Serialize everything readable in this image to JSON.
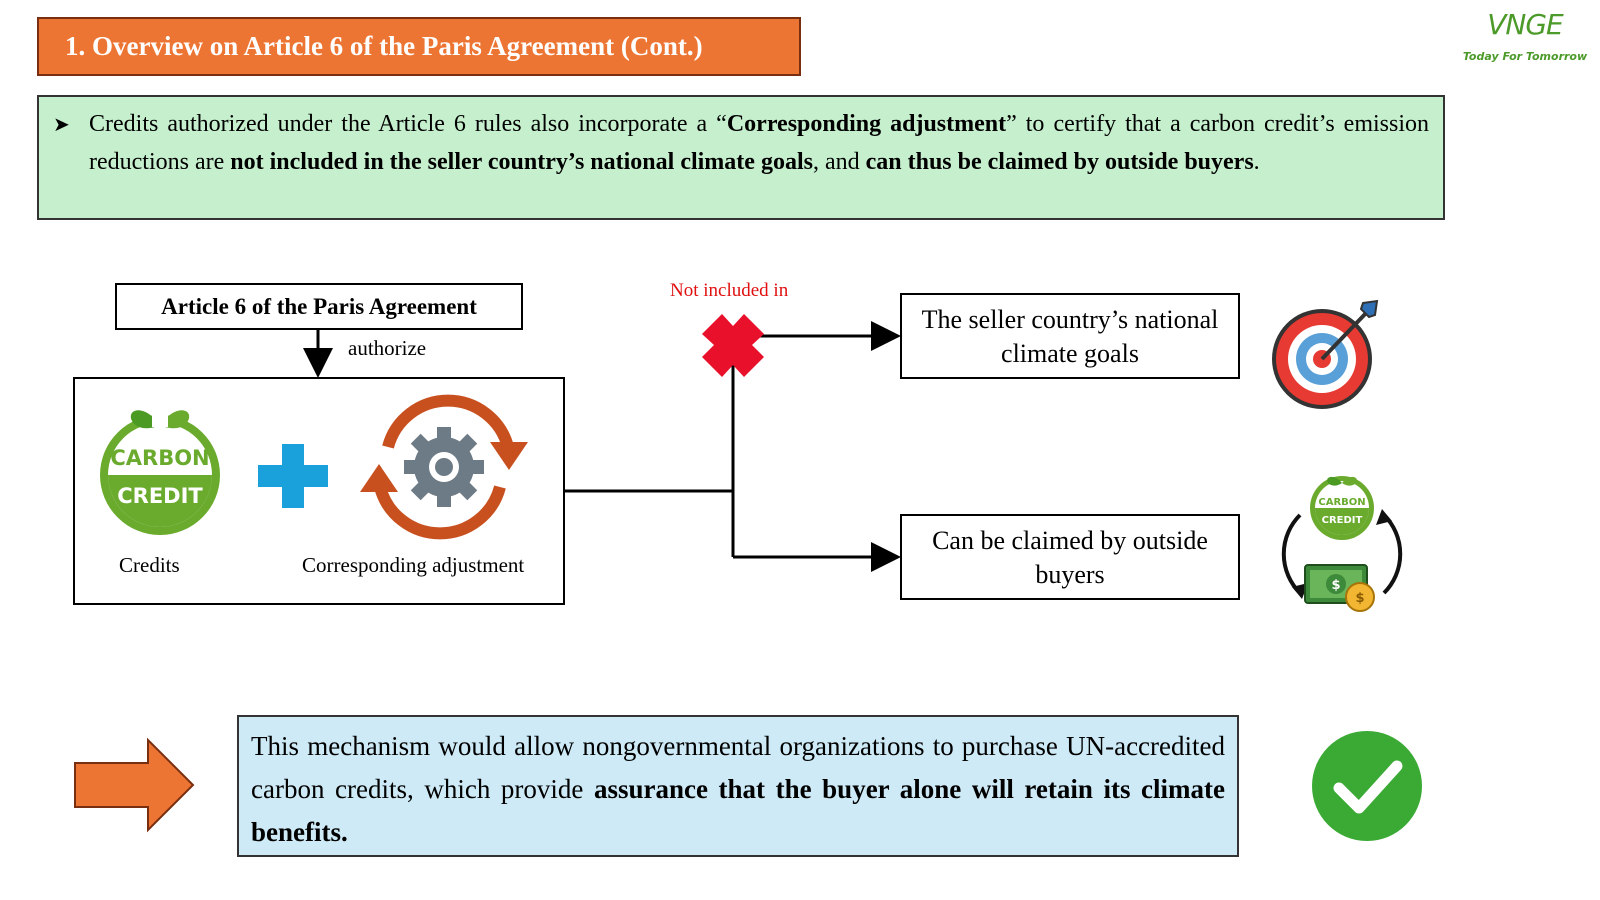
{
  "header": {
    "title": "1. Overview on Article 6 of the Paris Agreement (Cont.)",
    "logo_text": "VNGE",
    "logo_tagline": "Today For Tomorrow"
  },
  "intro": {
    "bullet_icon": "arrowhead-bullet",
    "part1": "Credits authorized under the Article 6 rules also incorporate a “",
    "bold1": "Corresponding adjustment",
    "part2": "” to certify that a carbon credit’s emission reductions are ",
    "bold2": "not included in the seller country’s national climate goals",
    "part3": ", and ",
    "bold3": "can thus be claimed by outside buyers",
    "part4": "."
  },
  "diagram": {
    "article_label": "Article 6 of the Paris Agreement",
    "authorize_label": "authorize",
    "carbon_badge_top": "CARBON",
    "carbon_badge_bottom": "CREDIT",
    "credits_label": "Credits",
    "adjustment_label": "Corresponding adjustment",
    "not_included_label": "Not included in",
    "outcome_goals": "The seller country’s national climate goals",
    "outcome_buyers": "Can be claimed by outside buyers",
    "mini_badge_top": "CARBON",
    "mini_badge_bottom": "CREDIT",
    "colors": {
      "orange": "#ed7533",
      "green": "#6aab2e",
      "blue": "#1aa1dc",
      "red_x": "#e8102a",
      "dark_orange": "#c8501e"
    }
  },
  "conclusion": {
    "part1": "This mechanism would allow nongovernmental organizations to purchase UN-accredited carbon credits, which provide ",
    "bold1": "assurance that the buyer alone will retain its climate benefits."
  }
}
